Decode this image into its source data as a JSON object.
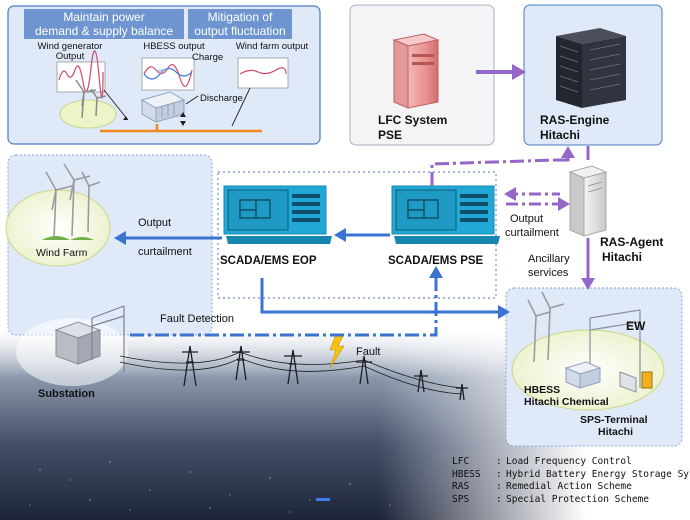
{
  "top_left": {
    "header_left": [
      "Maintain power",
      "demand & supply balance"
    ],
    "header_right": [
      "Mitigation of",
      "output fluctuation"
    ],
    "wind_generator_output": [
      "Wind generator",
      "Output"
    ],
    "hbess_output": "HBESS output",
    "charge": "Charge",
    "discharge": "Discharge",
    "wind_farm_output": "Wind farm output"
  },
  "lfc_system": {
    "line1": "LFC System",
    "line2": "PSE"
  },
  "ras_engine": {
    "line1": "RAS-Engine",
    "line2": "Hitachi"
  },
  "ras_agent": {
    "line1": "RAS-Agent",
    "line2": "Hitachi"
  },
  "output_curtailment_right": [
    "Output",
    "curtailment"
  ],
  "ancillary_services": [
    "Ancillary",
    "services"
  ],
  "output_curtailment_left": [
    "Output",
    "curtailment"
  ],
  "wind_farm": "Wind Farm",
  "scada_eop": "SCADA/EMS EOP",
  "scada_pse": "SCADA/EMS PSE",
  "fault_detection": "Fault Detection",
  "fault": "Fault",
  "substation": "Substation",
  "ew": "EW",
  "hbess_label": {
    "line1": "HBESS",
    "line2": "Hitachi Chemical"
  },
  "sps_terminal": {
    "line1": "SPS-Terminal",
    "line2": "Hitachi"
  },
  "legend": [
    {
      "abbr": "LFC",
      "desc": "Load Frequency Control"
    },
    {
      "abbr": "HBESS",
      "desc": "Hybrid Battery Energy Storage System"
    },
    {
      "abbr": "RAS",
      "desc": "Remedial Action Scheme"
    },
    {
      "abbr": "SPS",
      "desc": "Special Protection Scheme"
    }
  ]
}
